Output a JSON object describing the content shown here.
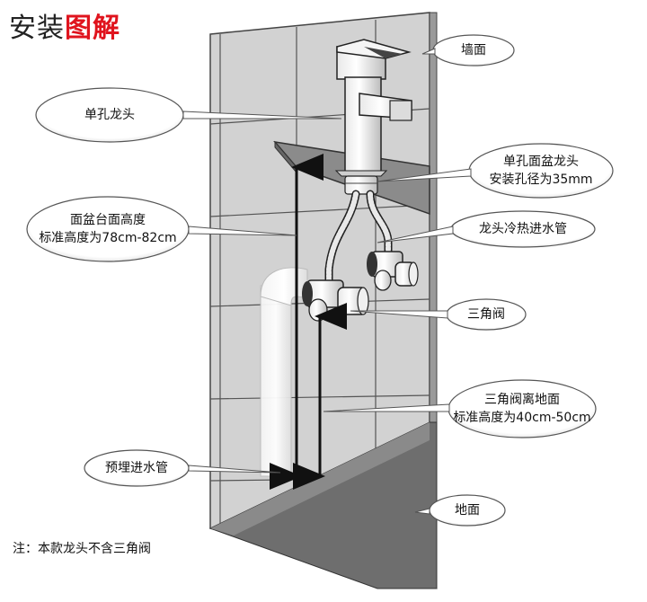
{
  "title": {
    "part1": "安装",
    "part2": "图解"
  },
  "callouts": {
    "wall": "墙面",
    "faucet": "单孔龙头",
    "basin_hole": {
      "line1": "单孔面盆龙头",
      "line2": "安装孔径为35mm"
    },
    "counter_height": {
      "line1": "面盆台面高度",
      "line2": "标准高度为78cm-82cm"
    },
    "hoses": "龙头冷热进水管",
    "angle_valve": "三角阀",
    "valve_height": {
      "line1": "三角阀离地面",
      "line2": "标准高度为40cm-50cm"
    },
    "embedded_pipe": "预埋进水管",
    "floor": "地面"
  },
  "note": "注：本款龙头不含三角阀",
  "colors": {
    "title_accent": "#e0141e",
    "wall": "#d2d2d2",
    "floor": "#6c6c6c",
    "arrow": "#111111"
  }
}
